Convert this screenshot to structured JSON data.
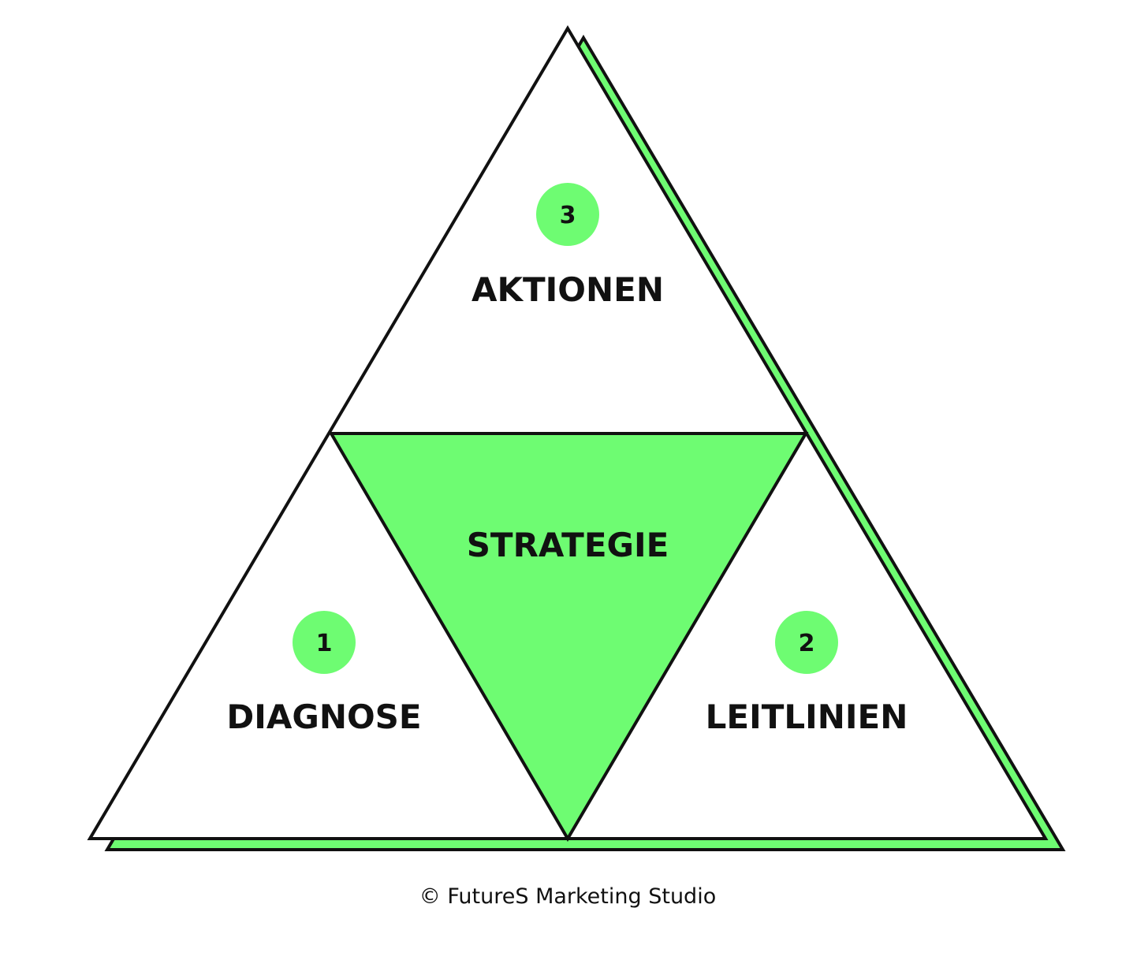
{
  "colors": {
    "accent": "#6efc72",
    "stroke": "#111111",
    "background": "#ffffff"
  },
  "center": {
    "label": "STRATEGIE"
  },
  "sections": [
    {
      "number": "1",
      "label": "DIAGNOSE"
    },
    {
      "number": "2",
      "label": "LEITLINIEN"
    },
    {
      "number": "3",
      "label": "AKTIONEN"
    }
  ],
  "footer": {
    "copyright": "© FutureS Marketing Studio"
  }
}
